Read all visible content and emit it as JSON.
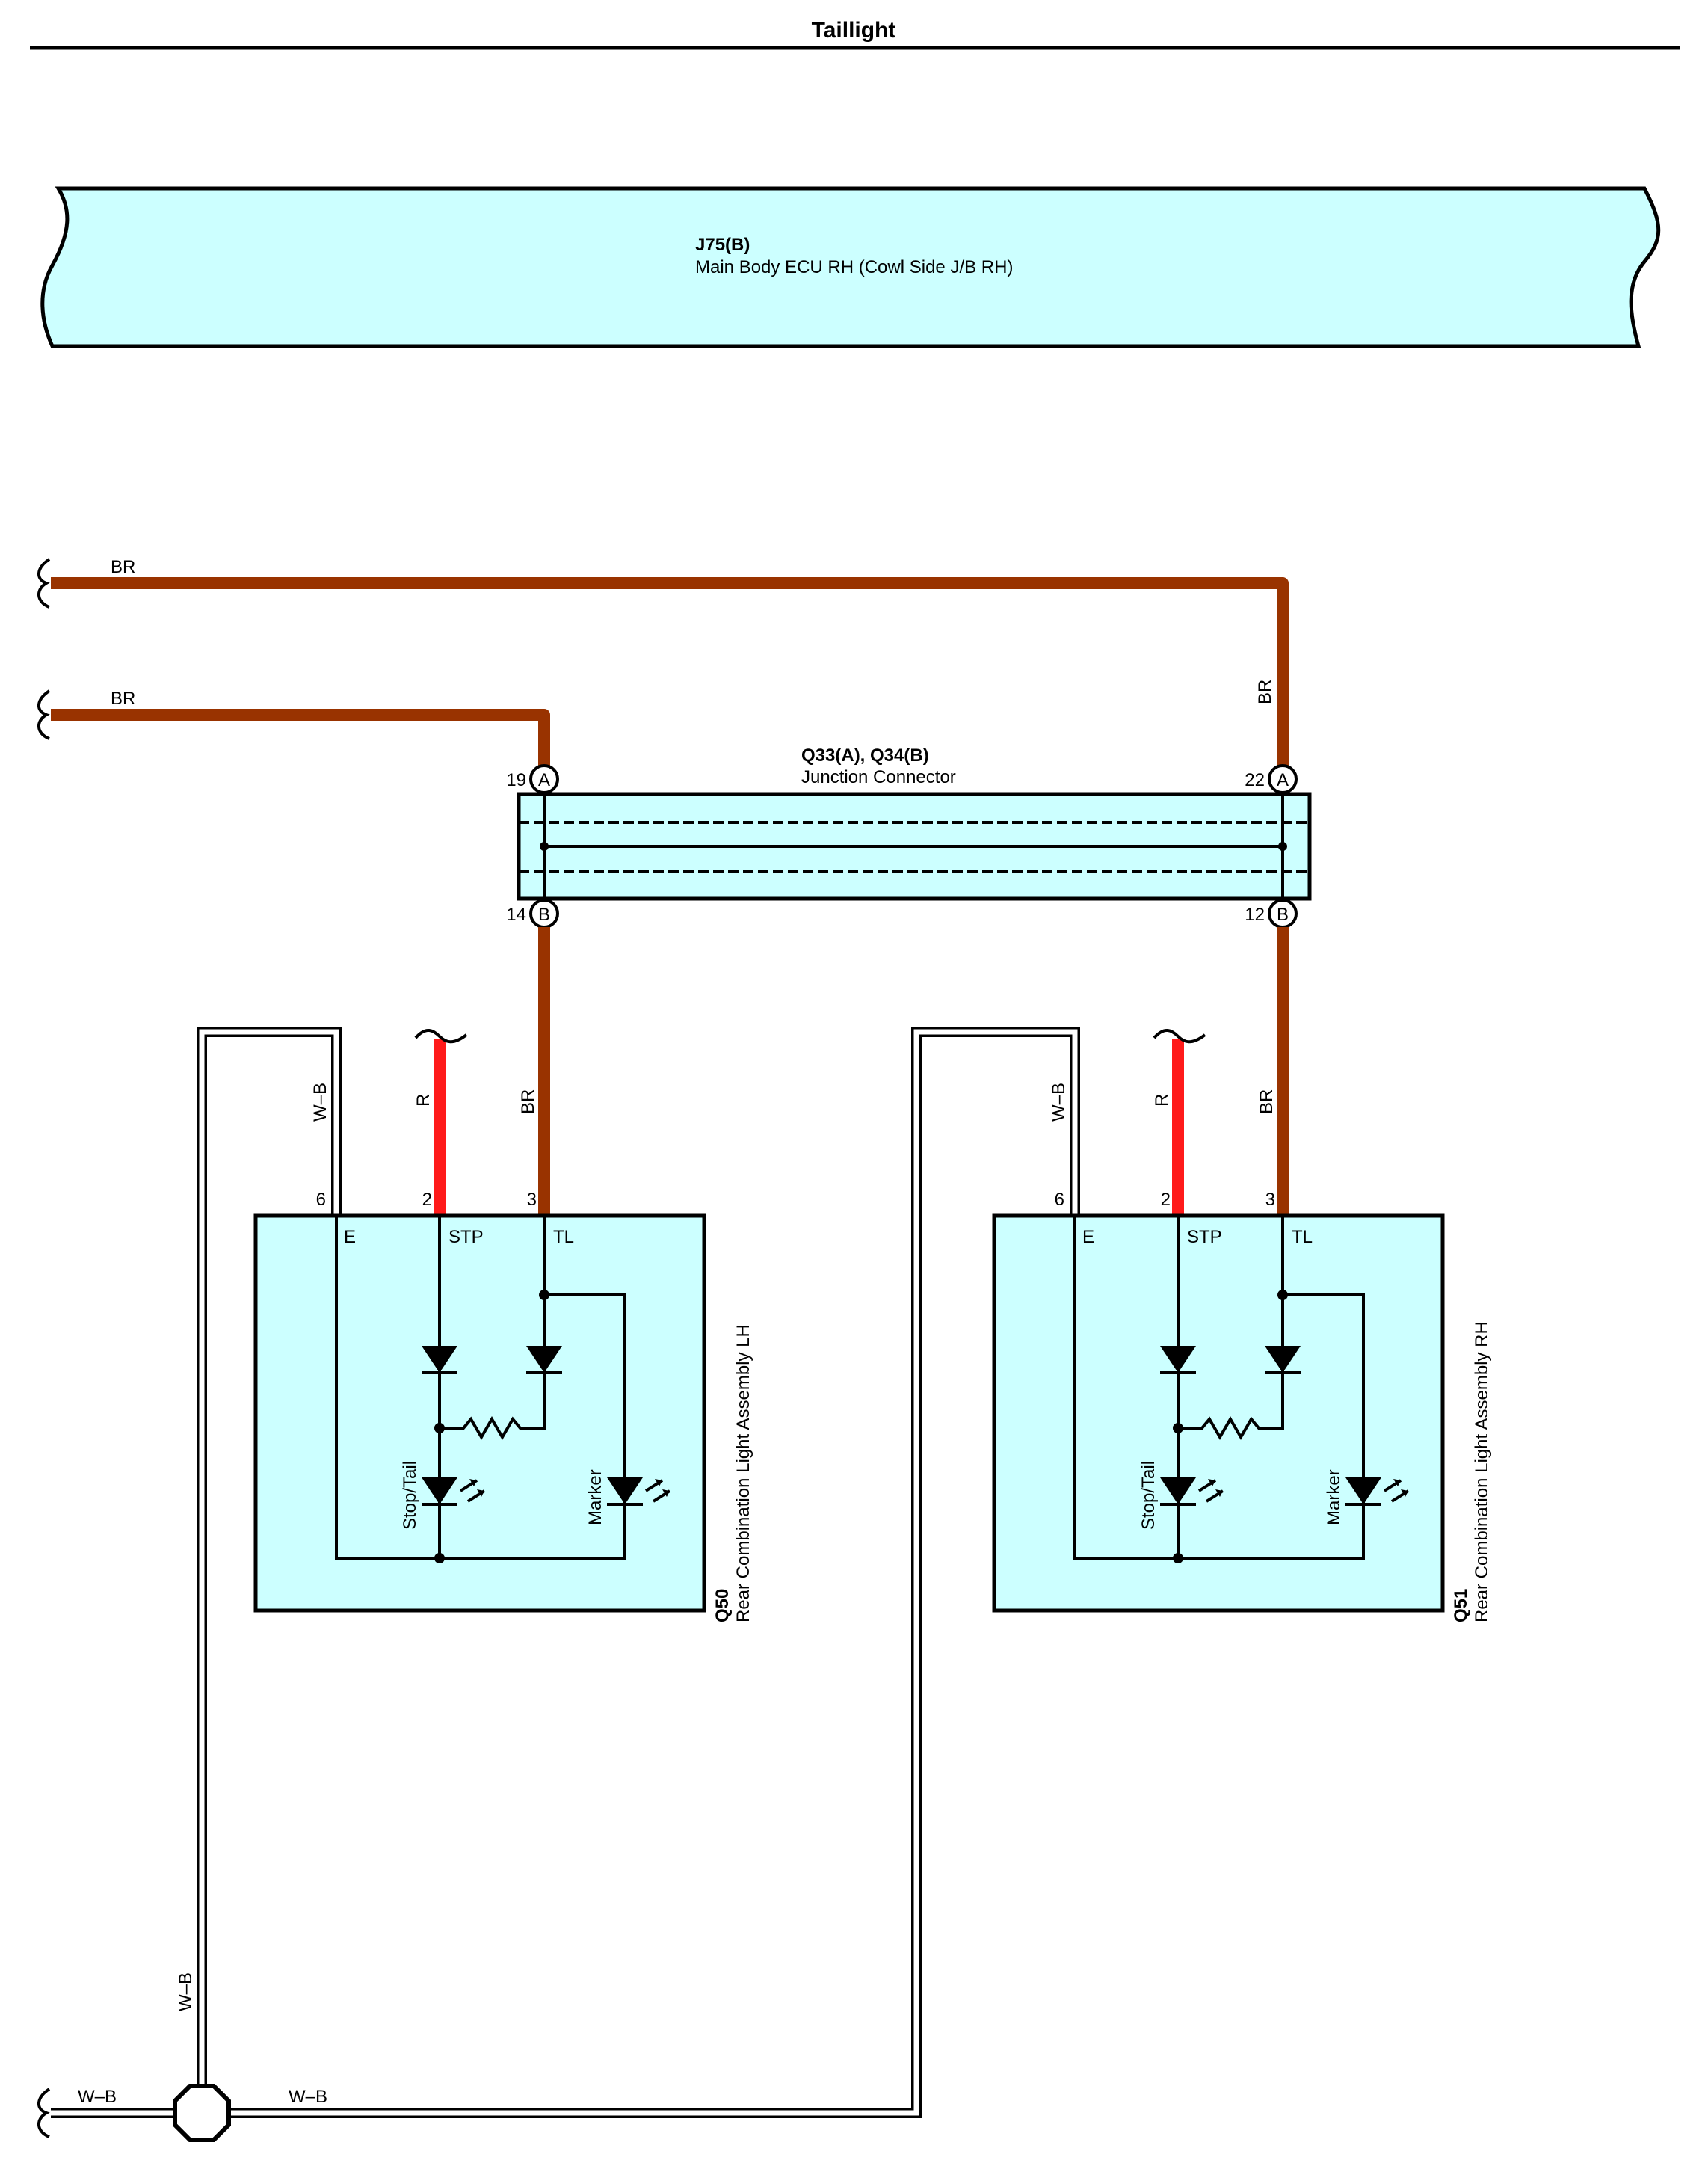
{
  "title": "Taillight",
  "ecu": {
    "code": "J75(B)",
    "name": "Main Body ECU RH (Cowl Side J/B RH)"
  },
  "junction": {
    "code": "Q33(A), Q34(B)",
    "name": "Junction Connector",
    "pins": {
      "left_top": "19",
      "right_top": "22",
      "left_bottom": "14",
      "right_bottom": "12"
    },
    "conn_a": "A",
    "conn_b": "B"
  },
  "wires": {
    "br": "BR",
    "r": "R",
    "wb": "W–B"
  },
  "lamps": [
    {
      "code": "Q50",
      "name": "Rear Combination Light Assembly LH",
      "pins": {
        "e": "6",
        "stp": "2",
        "tl": "3"
      },
      "terminals": {
        "e": "E",
        "stp": "STP",
        "tl": "TL"
      },
      "bulbs": {
        "stop_tail": "Stop/Tail",
        "marker": "Marker"
      }
    },
    {
      "code": "Q51",
      "name": "Rear Combination Light Assembly RH",
      "pins": {
        "e": "6",
        "stp": "2",
        "tl": "3"
      },
      "terminals": {
        "e": "E",
        "stp": "STP",
        "tl": "TL"
      },
      "bulbs": {
        "stop_tail": "Stop/Tail",
        "marker": "Marker"
      }
    }
  ],
  "colors": {
    "br_wire": "#993300",
    "r_wire": "#ff1a1a",
    "component_fill": "#ccffff"
  }
}
